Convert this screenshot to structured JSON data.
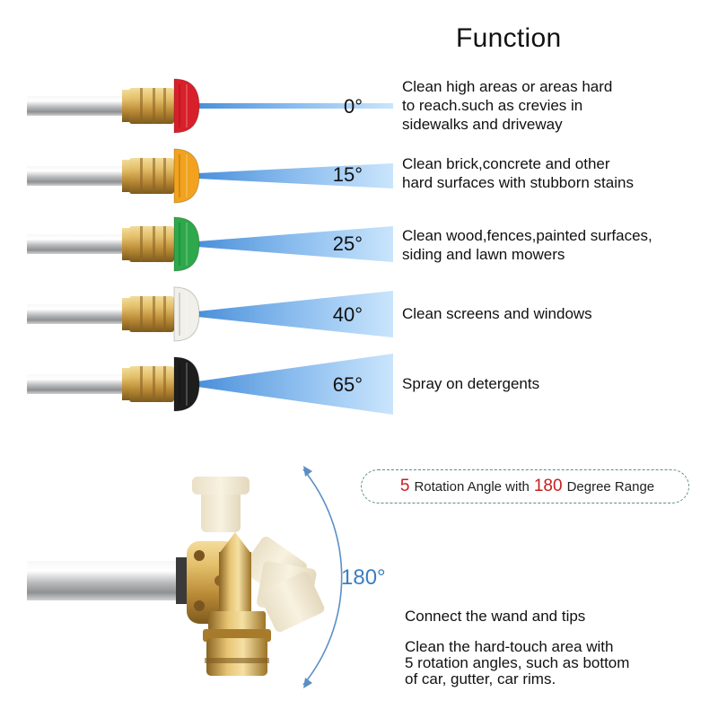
{
  "title": "Function",
  "nozzles": [
    {
      "angle": "0°",
      "color": "#d8202a",
      "lines": [
        "Clean high areas or areas hard",
        "to reach.such as crevies in",
        "sidewalks and driveway"
      ]
    },
    {
      "angle": "15°",
      "color": "#f2a21e",
      "lines": [
        "Clean brick,concrete and other",
        "hard surfaces with stubborn stains"
      ]
    },
    {
      "angle": "25°",
      "color": "#2ea84a",
      "lines": [
        "Clean wood,fences,painted surfaces,",
        "siding and lawn mowers"
      ]
    },
    {
      "angle": "40°",
      "color": "#f2f0ea",
      "lines": [
        "Clean screens and windows"
      ]
    },
    {
      "angle": "65°",
      "color": "#1d1d1d",
      "lines": [
        "Spray on detergents"
      ]
    }
  ],
  "rotation": {
    "count": "5",
    "text_a": "Rotation Angle with",
    "degrees": "180",
    "text_b": "Degree Range",
    "range_label": "180°"
  },
  "bottom": {
    "heading": "Connect the wand and tips",
    "lines": [
      "Clean the hard-touch area with",
      "5 rotation angles, such as bottom",
      "of car, gutter, car rims."
    ]
  },
  "colors": {
    "accent_red": "#c8201f",
    "range_blue": "#3b7fc0",
    "badge_border": "#5a8f86"
  }
}
